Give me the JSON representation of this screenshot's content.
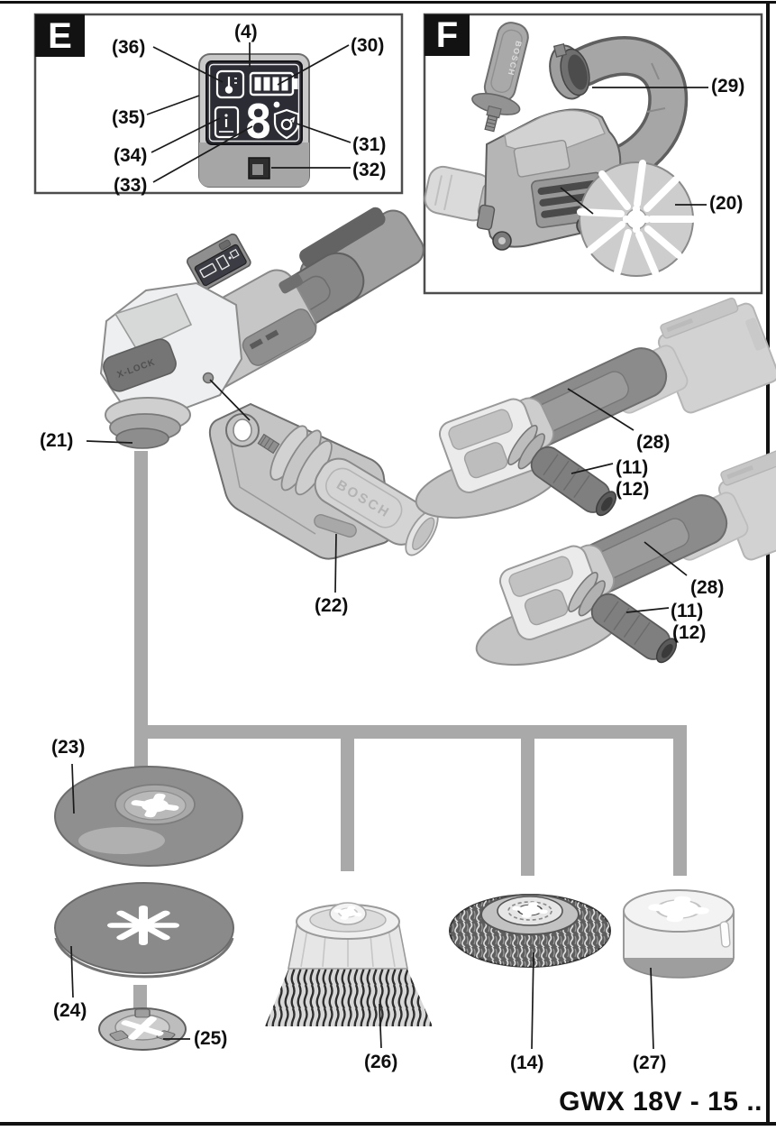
{
  "page": {
    "model_label": "GWX 18V - 15 ..",
    "panel_e": "E",
    "panel_f": "F"
  },
  "callouts": {
    "c4": "(4)",
    "c11": "(11)",
    "c12": "(12)",
    "c14": "(14)",
    "c20": "(20)",
    "c21": "(21)",
    "c22": "(22)",
    "c23": "(23)",
    "c24": "(24)",
    "c25": "(25)",
    "c26": "(26)",
    "c27": "(27)",
    "c28": "(28)",
    "c29": "(29)",
    "c30": "(30)",
    "c31": "(31)",
    "c32": "(32)",
    "c33": "(33)",
    "c34": "(34)",
    "c35": "(35)",
    "c36": "(36)"
  },
  "display": {
    "digit": "8",
    "icons": [
      "temperature-icon",
      "battery-charge-icon",
      "smartphone-info-icon",
      "speed-digit",
      "kickback-shield-icon",
      "mode-button"
    ]
  },
  "branding": {
    "bosch": "BOSCH",
    "xlock": "X-LOCK"
  }
}
